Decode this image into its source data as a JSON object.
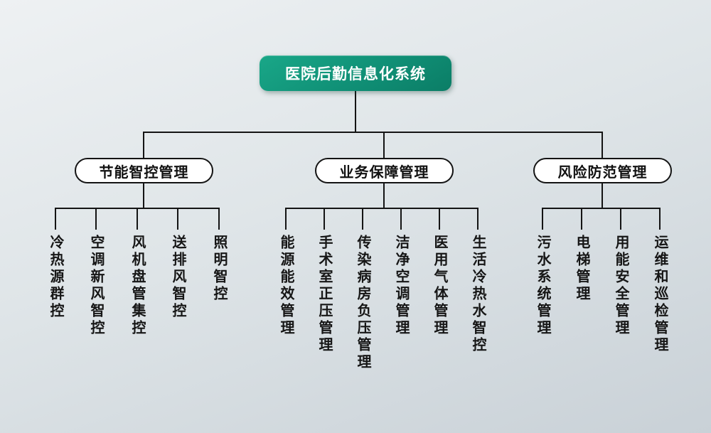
{
  "root": {
    "label": "医院后勤信息化系统"
  },
  "branches": [
    {
      "label": "节能智控管理",
      "children": [
        "冷热源群控",
        "空调新风智控",
        "风机盘管集控",
        "送排风智控",
        "照明智控"
      ]
    },
    {
      "label": "业务保障管理",
      "children": [
        "能源能效管理",
        "手术室正压管理",
        "传染病房负压管理",
        "洁净空调管理",
        "医用气体管理",
        "生活冷热水智控"
      ]
    },
    {
      "label": "风险防范管理",
      "children": [
        "污水系统管理",
        "电梯管理",
        "用能安全管理",
        "运维和巡检管理"
      ]
    }
  ],
  "colors": {
    "root_bg": "#109076",
    "root_text": "#ffffff",
    "line": "#141414",
    "branch_border": "#141414",
    "branch_bg": "#ffffff"
  }
}
